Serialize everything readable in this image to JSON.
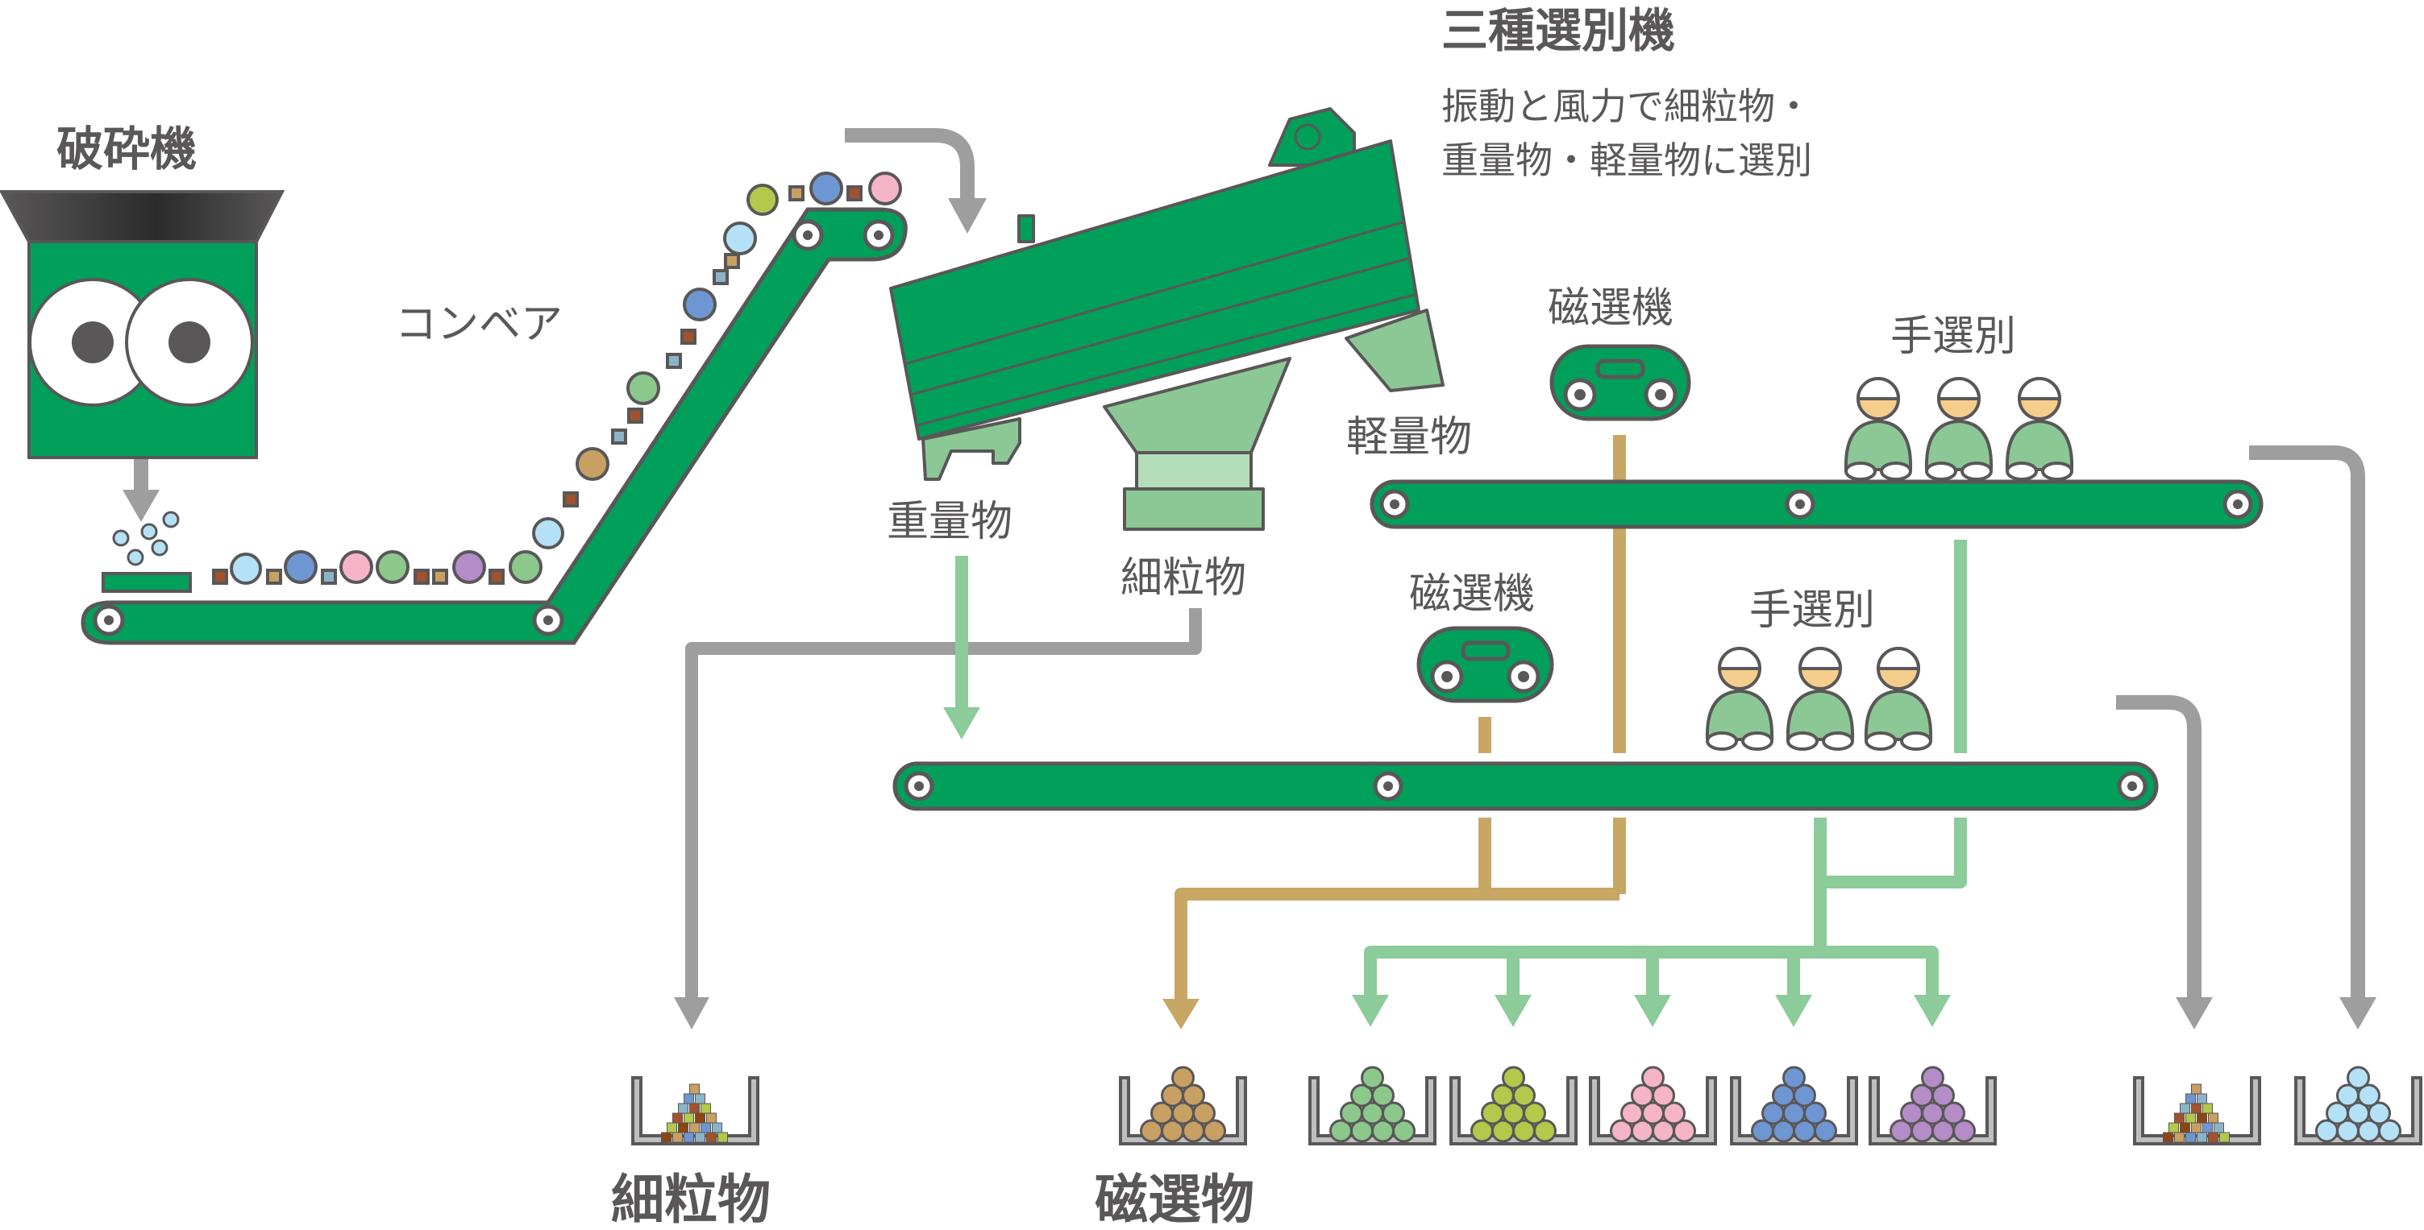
{
  "labels": {
    "crusher": "破砕機",
    "conveyor": "コンベア",
    "sorter_title": "三種選別機",
    "sorter_desc_1": "振動と風力で細粒物・",
    "sorter_desc_2": "重量物・軽量物に選別",
    "heavy": "重量物",
    "fine": "細粒物",
    "light": "軽量物",
    "magnet_upper": "磁選機",
    "magnet_lower": "磁選機",
    "hand_upper": "手選別",
    "hand_lower": "手選別",
    "bin_fine": "細粒物",
    "bin_magnetic": "磁選物"
  },
  "colors": {
    "belt_green": "#00A05A",
    "sorter_light_green": "#8CC896",
    "outline": "#595757",
    "arrow_gray": "#9E9E9F",
    "arrow_light_green": "#8CCB9A",
    "arrow_tan": "#C8A664",
    "ball_light_blue": "#B4E1F5",
    "ball_blue": "#6E96D2",
    "ball_pink": "#F5B4C8",
    "ball_green": "#8CC88C",
    "ball_purple": "#B48CC8",
    "ball_olive": "#B4C84B",
    "ball_tan": "#C8A064",
    "worker_skin": "#F5CD8C",
    "bin_gray": "#BEBEBE"
  },
  "icons": {
    "crusher": "crusher-icon",
    "magnet": "magnetic-separator-icon",
    "worker": "worker-icon",
    "bin": "collection-bin-icon"
  }
}
